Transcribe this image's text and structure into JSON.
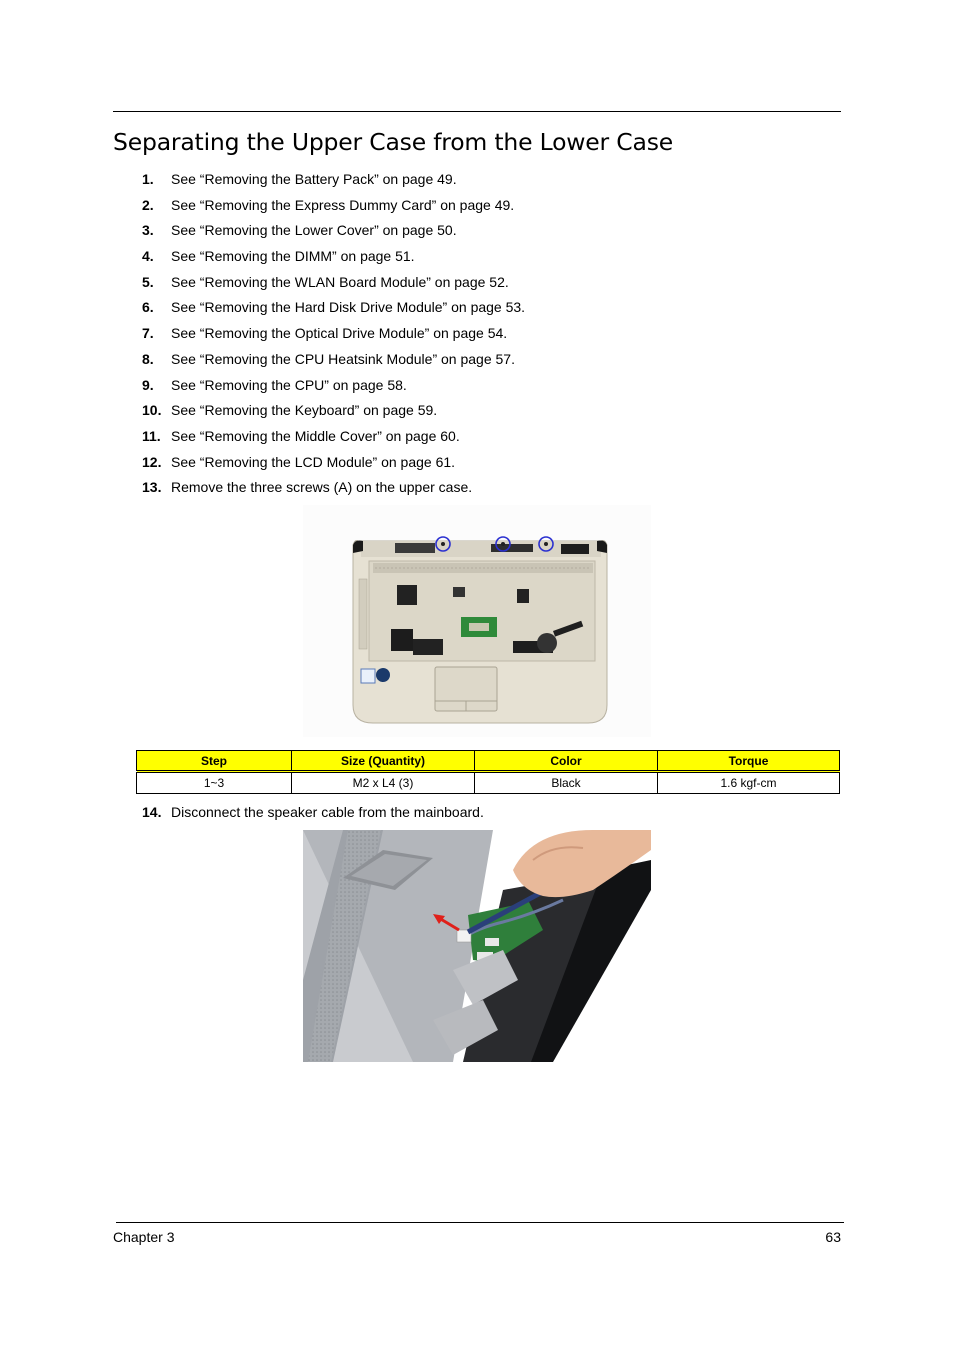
{
  "title": "Separating the Upper Case from the Lower Case",
  "steps": [
    {
      "num": "1.",
      "text": "See “Removing the Battery Pack” on page 49."
    },
    {
      "num": "2.",
      "text": "See “Removing the Express Dummy Card” on page 49."
    },
    {
      "num": "3.",
      "text": "See “Removing the Lower Cover” on page 50."
    },
    {
      "num": "4.",
      "text": "See “Removing the DIMM” on page 51."
    },
    {
      "num": "5.",
      "text": "See “Removing the WLAN Board Module” on page 52."
    },
    {
      "num": "6.",
      "text": "See “Removing the Hard Disk Drive Module” on page 53."
    },
    {
      "num": "7.",
      "text": "See “Removing the Optical Drive Module” on page 54."
    },
    {
      "num": "8.",
      "text": "See “Removing the CPU Heatsink Module” on page 57."
    },
    {
      "num": "9.",
      "text": "See “Removing the CPU” on page 58."
    },
    {
      "num": "10.",
      "text": "See “Removing the Keyboard” on page 59."
    },
    {
      "num": "11.",
      "text": "See “Removing the Middle Cover” on page 60."
    },
    {
      "num": "12.",
      "text": "See “Removing the LCD Module” on page 61."
    },
    {
      "num": "13.",
      "text": "Remove the three screws (A) on the upper case."
    }
  ],
  "table": {
    "headers": [
      "Step",
      "Size (Quantity)",
      "Color",
      "Torque"
    ],
    "rows": [
      [
        "1~3",
        "M2 x L4 (3)",
        "Black",
        "1.6 kgf-cm"
      ]
    ]
  },
  "step14": {
    "num": "14.",
    "text": "Disconnect the speaker cable from the mainboard."
  },
  "footer": {
    "chapter": "Chapter 3",
    "page": "63"
  },
  "colors": {
    "table_header": "#ffff00",
    "callout_circle": "#2a2fd0",
    "arrow": "#e0201a"
  }
}
